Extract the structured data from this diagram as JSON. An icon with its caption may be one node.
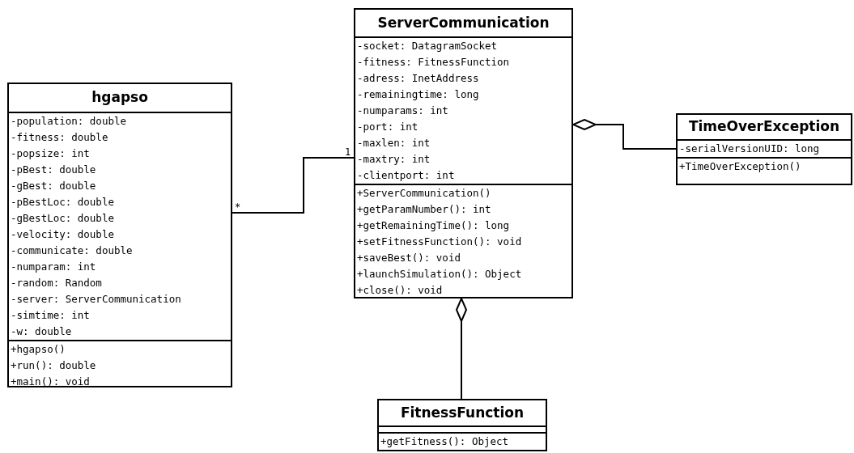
{
  "diagram": {
    "nodes": [
      {
        "text": [
          "hgapso"
        ]
      },
      {
        "text": [
          "-population: double",
          "-fitness: double",
          "-popsize: int",
          "-pBest: double",
          "-gBest: double",
          "-pBestLoc: double",
          "-gBestLoc: double",
          "-velocity: double",
          "-communicate: double",
          "-numparam: int",
          "-random: Random",
          "-server: ServerCommunication",
          "-simtime: int",
          "-w: double"
        ],
        "in": 0
      },
      {
        "text": [
          "+hgapso()",
          "+run(): double",
          "+main(): void"
        ],
        "in": 0
      },
      {
        "text": [
          "ServerCommunication"
        ]
      },
      {
        "text": [
          "-socket: DatagramSocket",
          "-fitness: FitnessFunction",
          "-adress: InetAddress",
          "-remainingtime: long",
          "-numparams: int",
          "-port: int",
          "-maxlen: int",
          "-maxtry: int",
          "-clientport: int"
        ],
        "in": 3
      },
      {
        "text": [
          "+ServerCommunication()",
          "+getParamNumber(): int",
          "+getRemainingTime(): long",
          "+setFitnessFunction(): void",
          "+saveBest(): void",
          "+launchSimulation(): Object",
          "+close(): void"
        ],
        "in": 3
      },
      {
        "text": [
          "TimeOverException"
        ]
      },
      {
        "text": [
          "-serialVersionUID: long"
        ],
        "in": 6
      },
      {
        "text": [
          "+TimeOverException()"
        ],
        "in": 6
      },
      {
        "text": [
          "FitnessFunction"
        ]
      },
      {
        "text": [],
        "shape": "box",
        "in": 9
      },
      {
        "text": [
          "+getFitness(): Object"
        ],
        "in": 9
      }
    ],
    "edges": [
      {
        "from": 0,
        "to": 3,
        "arrow": "none"
      },
      {
        "from": 3,
        "to": 6,
        "arrow": "other"
      },
      {
        "from": 3,
        "to": 9,
        "arrow": "other"
      }
    ],
    "labels": [
      "*",
      "1"
    ]
  }
}
